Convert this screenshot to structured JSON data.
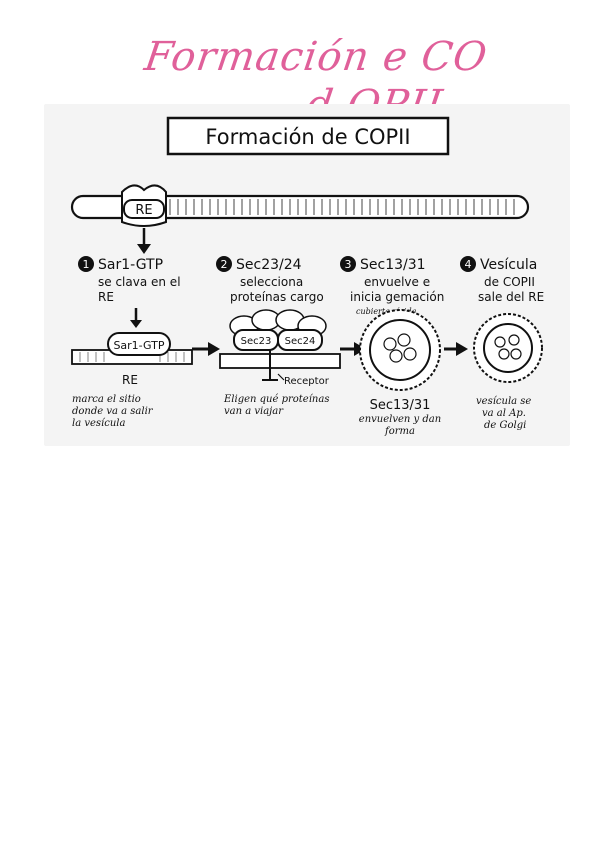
{
  "page_title": {
    "line1": "Formación e CO",
    "line2": "d OPII",
    "color": "#e0609a"
  },
  "diagram": {
    "title": "Formación de COPII",
    "re_label": "RE",
    "steps": [
      {
        "number": "1",
        "heading": [
          "Sar1-GTP",
          "se clava en el",
          "RE"
        ],
        "node_label": "Sar1-GTP",
        "sub_label": "RE",
        "note": [
          "marca el sitio",
          "donde va a salir",
          "la vesícula"
        ]
      },
      {
        "number": "2",
        "heading": [
          "Sec23/24",
          "selecciona",
          "proteínas cargo"
        ],
        "node_labels": [
          "Sec23",
          "Sec24"
        ],
        "receptor_label": "Receptor",
        "note": [
          "Eligen qué proteínas",
          "van a viajar"
        ]
      },
      {
        "number": "3",
        "heading": [
          "Sec13/31",
          "envuelve e",
          "inicia gemación"
        ],
        "annotation": "cubierta rígida",
        "caption": "Sec13/31",
        "note": [
          "envuelven y dan",
          "forma"
        ]
      },
      {
        "number": "4",
        "heading": [
          "Vesícula",
          "de COPII",
          "sale del RE"
        ],
        "note": [
          "vesícula se",
          "va al Ap.",
          "de Golgi"
        ]
      }
    ]
  }
}
